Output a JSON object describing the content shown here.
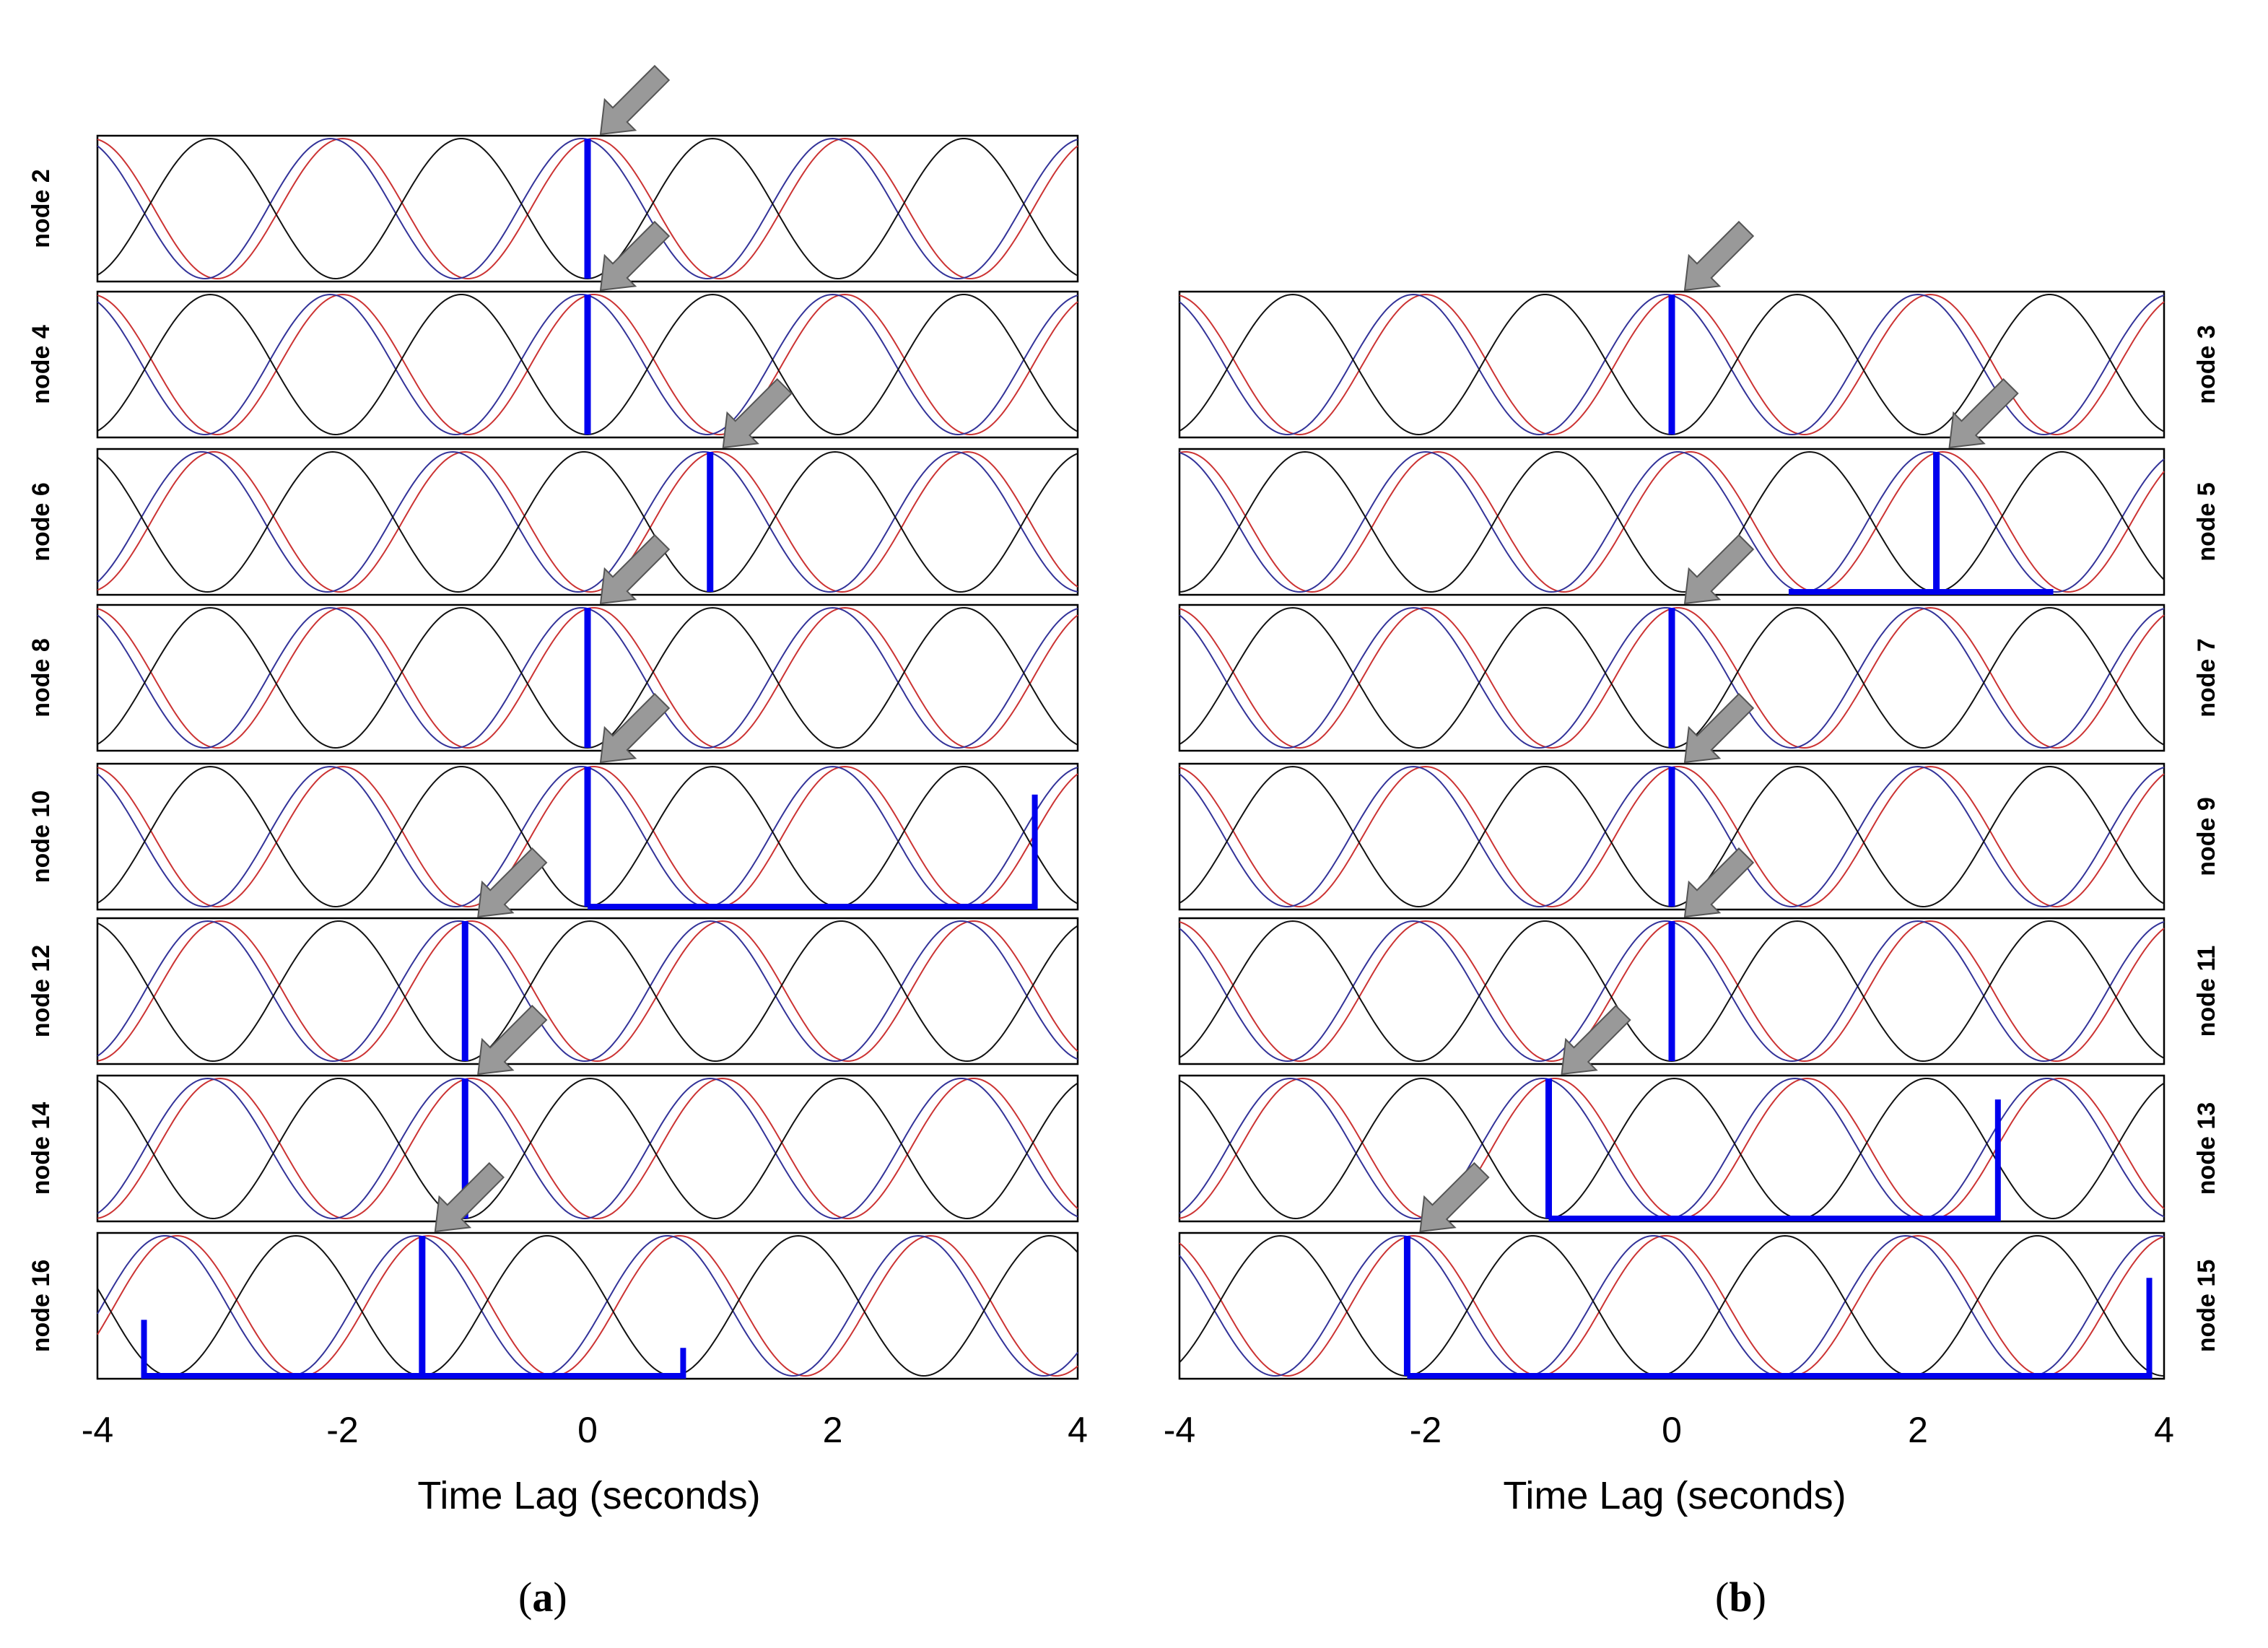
{
  "chart_data": [
    {
      "type": "line",
      "panel_label": "a",
      "xlabel": "Time Lag (seconds)",
      "xlim": [
        -4,
        4
      ],
      "xticks": [
        -4,
        -2,
        0,
        2,
        4
      ],
      "colors": {
        "black_curve": "#111111",
        "red_curve": "#cc3333",
        "blue_curve": "#333399",
        "blue_trace": "#0000ee",
        "arrow": "#999999"
      },
      "rows": [
        {
          "label": "node 2",
          "peak_lag": 0.0,
          "trace": null
        },
        {
          "label": "node 4",
          "peak_lag": 0.0,
          "trace": null
        },
        {
          "label": "node 6",
          "peak_lag": 1.0,
          "trace": null
        },
        {
          "label": "node 8",
          "peak_lag": 0.0,
          "trace": null
        },
        {
          "label": "node 10",
          "peak_lag": 0.0,
          "trace": {
            "start": 0.0,
            "end": 3.65,
            "end_height": 0.8
          }
        },
        {
          "label": "node 12",
          "peak_lag": -1.0,
          "trace": null
        },
        {
          "label": "node 14",
          "peak_lag": -1.0,
          "trace": null
        },
        {
          "label": "node 16",
          "peak_lag": -1.35,
          "trace": {
            "start": -3.62,
            "end": 0.78,
            "start_height": 0.4,
            "end_height": 0.2
          }
        }
      ]
    },
    {
      "type": "line",
      "panel_label": "b",
      "xlabel": "Time Lag (seconds)",
      "xlim": [
        -4,
        4
      ],
      "xticks": [
        -4,
        -2,
        0,
        2,
        4
      ],
      "colors": {
        "black_curve": "#111111",
        "red_curve": "#cc3333",
        "blue_curve": "#333399",
        "blue_trace": "#0000ee",
        "arrow": "#999999"
      },
      "rows": [
        {
          "label": "node 3",
          "peak_lag": 0.0,
          "trace": null
        },
        {
          "label": "node 5",
          "peak_lag": 2.15,
          "trace": {
            "start": 0.95,
            "end": 3.1,
            "end_height": 0.0
          }
        },
        {
          "label": "node 7",
          "peak_lag": 0.0,
          "trace": null
        },
        {
          "label": "node 9",
          "peak_lag": 0.0,
          "trace": null
        },
        {
          "label": "node 11",
          "peak_lag": 0.0,
          "trace": null
        },
        {
          "label": "node 13",
          "peak_lag": -1.0,
          "trace": {
            "start": -1.0,
            "end": 2.65,
            "end_height": 0.85
          }
        },
        {
          "label": "node 15",
          "peak_lag": -2.15,
          "trace": {
            "start": -2.15,
            "end": 3.88,
            "end_height": 0.7
          }
        }
      ]
    }
  ]
}
